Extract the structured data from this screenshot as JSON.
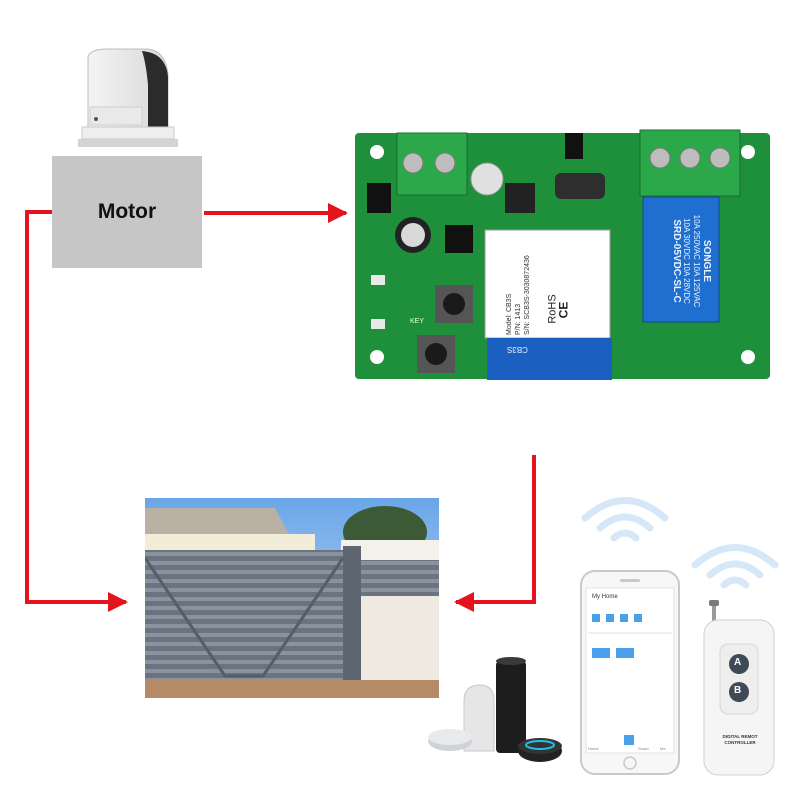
{
  "diagram": {
    "motor_label": "Motor",
    "arrow_color": "#e3141b"
  },
  "board": {
    "module_model": "Model: CB3S",
    "module_pn": "P/N: 1413",
    "module_sn": "S/N: SCB3S-3030872436",
    "module_rohs": "RoHS",
    "module_ce": "CE",
    "module_chip": "CB3S",
    "key_label": "KEY",
    "relay_brand": "SONGLE",
    "relay_rating_1": "10A 250VAC  10A 125VAC",
    "relay_rating_2": "10A 30VDC  10A 28VDC",
    "relay_model": "SRD-05VDC-SL-C",
    "colors": {
      "pcb": "#1e8f3a",
      "terminal": "#2aa84a",
      "relay": "#1f6fd1"
    }
  },
  "phone": {
    "header_text": "My Home",
    "tabs": [
      "Home",
      "Smart",
      "Me"
    ]
  },
  "remote": {
    "buttons": [
      "A",
      "B"
    ],
    "caption_1": "DIGITAL REMOT",
    "caption_2": "CONTROLLER"
  }
}
